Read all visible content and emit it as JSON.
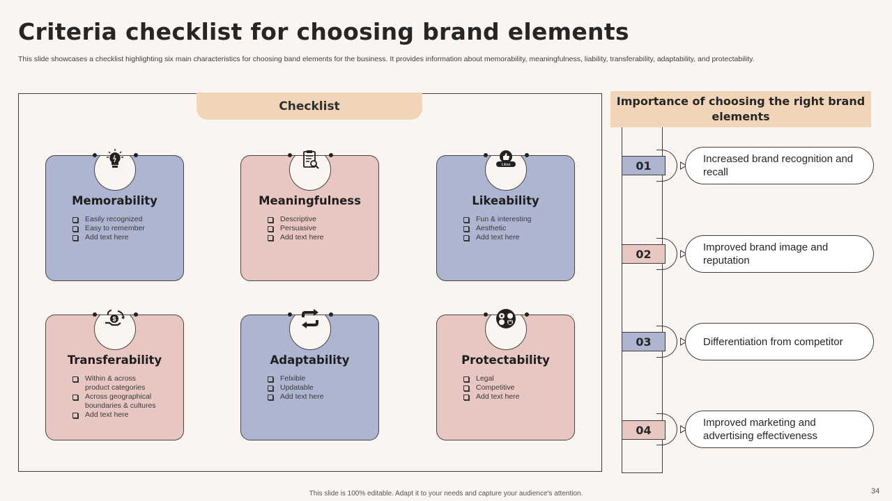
{
  "slide": {
    "title": "Criteria checklist for choosing brand elements",
    "subtitle": "This slide showcases a checklist highlighting six main characteristics for choosing band elements for the business. It provides information about memorability, meaningfulness, liability, transferability, adaptability, and protectability.",
    "footer": "This slide is 100% editable.  Adapt it to your needs and capture your audience's attention.",
    "page_number": "34"
  },
  "checklist": {
    "header": "Checklist",
    "cards": [
      {
        "title": "Memorability",
        "icon": "lightbulb-icon",
        "color": "#aeb5d1",
        "items": [
          "Easily recognized",
          "Easy to remember",
          "Add text here"
        ]
      },
      {
        "title": "Meaningfulness",
        "icon": "clipboard-search-icon",
        "color": "#e8c7c2",
        "items": [
          "Descriptive",
          "Persuasive",
          "Add text here"
        ]
      },
      {
        "title": "Likeability",
        "icon": "likes-thumbs-up-icon",
        "icon_text": "Likes",
        "color": "#aeb5d1",
        "items": [
          "Fun & interesting",
          "Aesthetic",
          "Add text here"
        ]
      },
      {
        "title": "Transferability",
        "icon": "money-transfer-icon",
        "color": "#e8c7c2",
        "items": [
          "Within & across",
          "product categories",
          "Across geographical",
          "boundaries & cultures",
          "Add text here"
        ]
      },
      {
        "title": "Adaptability",
        "icon": "refresh-arrows-icon",
        "color": "#aeb5d1",
        "items": [
          "Felxible",
          "Updatable",
          "Add text here"
        ]
      },
      {
        "title": "Protectability",
        "icon": "shield-lock-icon",
        "color": "#e8c7c2",
        "items": [
          "Legal",
          "Competitive",
          "Add text here"
        ]
      }
    ]
  },
  "importance": {
    "header": "Importance of choosing the right brand elements",
    "items": [
      {
        "number": "01",
        "text": "Increased brand recognition and recall",
        "color": "#aeb5d1"
      },
      {
        "number": "02",
        "text": "Improved brand image and reputation",
        "color": "#e8c7c2"
      },
      {
        "number": "03",
        "text": "Differentiation from competitor",
        "color": "#aeb5d1"
      },
      {
        "number": "04",
        "text": "Improved marketing and advertising effectiveness",
        "color": "#e8c7c2"
      }
    ]
  },
  "colors": {
    "accent_peach": "#f1d5b9",
    "blue": "#aeb5d1",
    "pink": "#e8c7c2",
    "background": "#faf5f0"
  }
}
